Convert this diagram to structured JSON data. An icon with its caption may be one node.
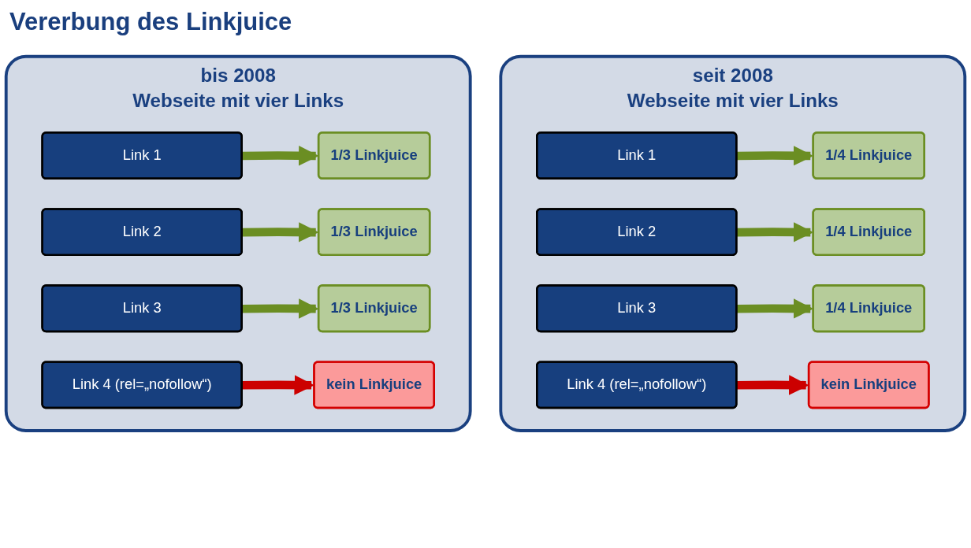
{
  "diagram": {
    "title": "Vererbung des Linkjuice",
    "nodes": [
      {
        "text": [
          "bis 2008",
          "Webseite mit vier Links"
        ]
      },
      {
        "text": [
          "Link 1"
        ],
        "in": 0
      },
      {
        "text": [
          "1/3 Linkjuice"
        ],
        "in": 0
      },
      {
        "text": [
          "Link 2"
        ],
        "in": 0
      },
      {
        "text": [
          "1/3 Linkjuice"
        ],
        "in": 0
      },
      {
        "text": [
          "Link 3"
        ],
        "in": 0
      },
      {
        "text": [
          "1/3 Linkjuice"
        ],
        "in": 0
      },
      {
        "text": [
          "Link 4 (rel=„nofollow“)"
        ],
        "in": 0
      },
      {
        "text": [
          "kein Linkjuice"
        ],
        "in": 0
      },
      {
        "text": [
          "seit 2008",
          "Webseite mit vier Links"
        ]
      },
      {
        "text": [
          "Link 1"
        ],
        "in": 9
      },
      {
        "text": [
          "1/4 Linkjuice"
        ],
        "in": 9
      },
      {
        "text": [
          "Link 2"
        ],
        "in": 9
      },
      {
        "text": [
          "1/4 Linkjuice"
        ],
        "in": 9
      },
      {
        "text": [
          "Link 3"
        ],
        "in": 9
      },
      {
        "text": [
          "1/4 Linkjuice"
        ],
        "in": 9
      },
      {
        "text": [
          "Link 4 (rel=„nofollow“)"
        ],
        "in": 9
      },
      {
        "text": [
          "kein Linkjuice"
        ],
        "in": 9
      }
    ],
    "edges": [
      {
        "from": 1,
        "to": 2,
        "arrow": "to"
      },
      {
        "from": 3,
        "to": 4,
        "arrow": "to"
      },
      {
        "from": 5,
        "to": 6,
        "arrow": "to"
      },
      {
        "from": 7,
        "to": 8,
        "arrow": "to",
        "color": "#cc0000"
      },
      {
        "from": 10,
        "to": 11,
        "arrow": "to"
      },
      {
        "from": 12,
        "to": 13,
        "arrow": "to"
      },
      {
        "from": 14,
        "to": 15,
        "arrow": "to"
      },
      {
        "from": 16,
        "to": 17,
        "arrow": "to",
        "color": "#cc0000"
      }
    ]
  }
}
